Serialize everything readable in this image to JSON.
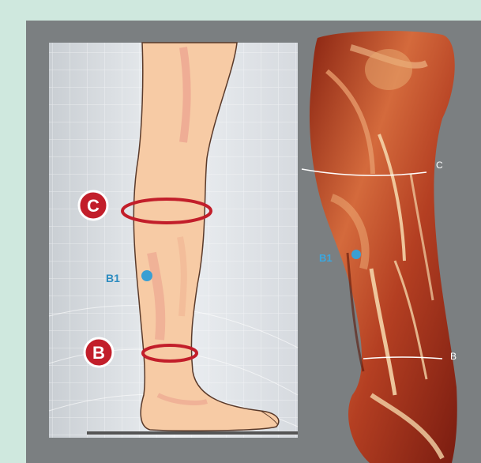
{
  "markers": {
    "left": {
      "C": "C",
      "B": "B",
      "B1": "B1"
    },
    "right": {
      "C": "C",
      "B": "B",
      "B1": "B1"
    }
  },
  "colors": {
    "frame": "#cfe8de",
    "panel": "#7b7f81",
    "grid_bg": "#dfe3e7",
    "skin": "#f5c7a1",
    "skin_shadow": "#e89a8a",
    "ring_red": "#c21e2a",
    "point_blue": "#3a9fd3",
    "muscle": "#c8542f"
  },
  "icons": {
    "leg_illustration": "leg-outline-illustration",
    "anatomy": "leg-muscle-anatomy-render"
  }
}
